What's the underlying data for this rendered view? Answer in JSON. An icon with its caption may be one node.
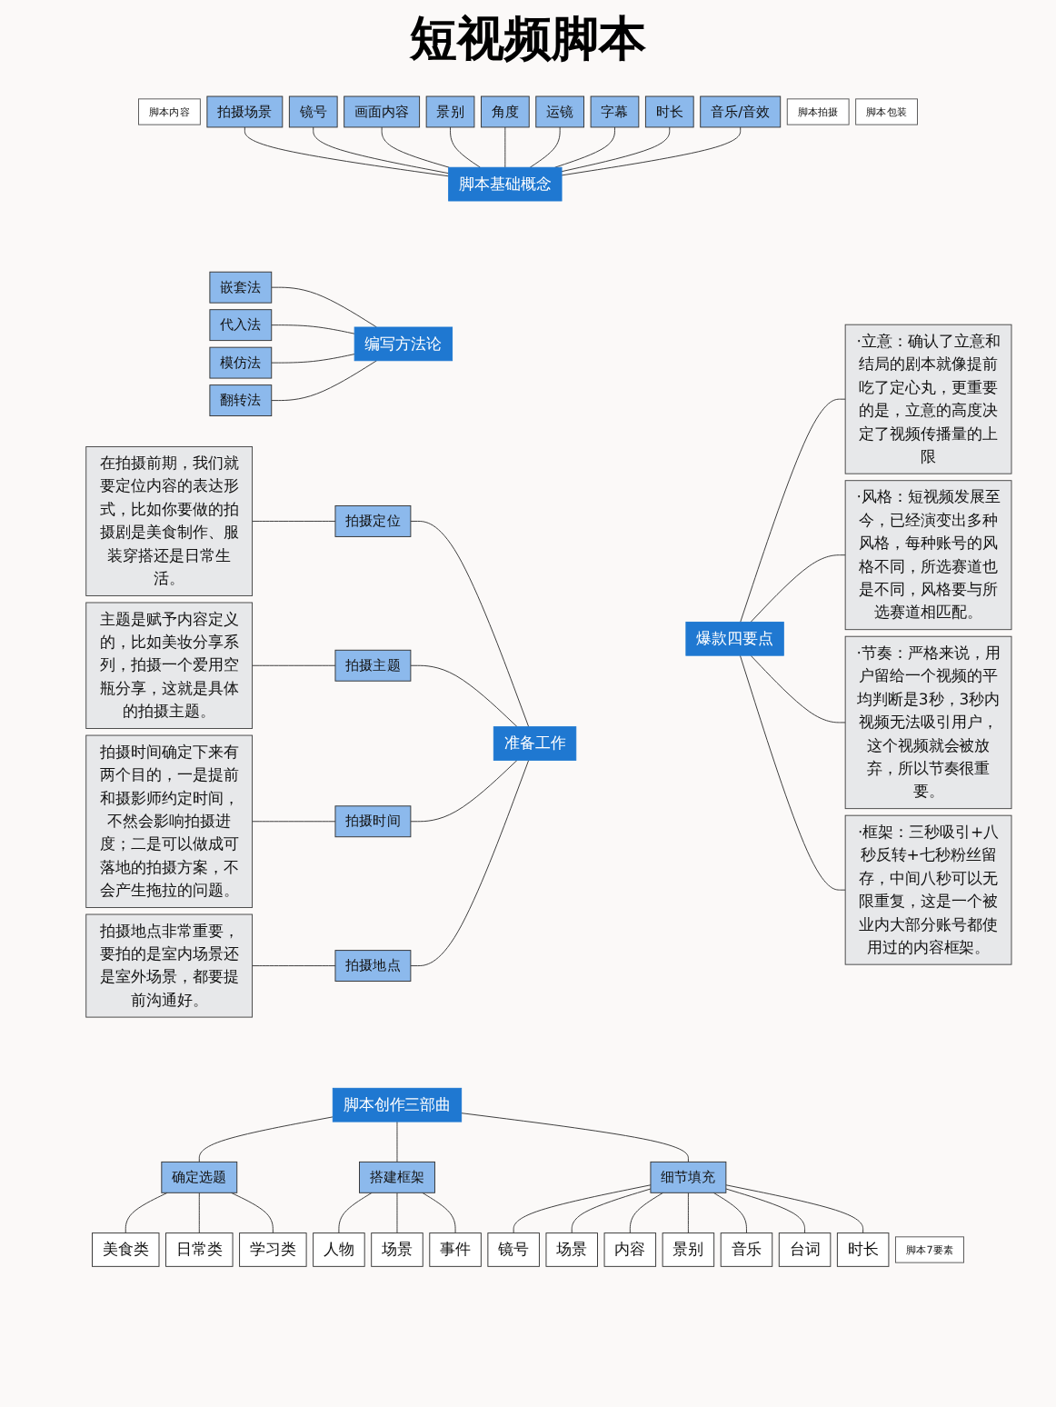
{
  "diagram": {
    "title": "短视频脚本",
    "nodes": [
      {
        "text": [
          "脚本创作三部曲"
        ]
      },
      {
        "text": [
          "确定选题"
        ]
      },
      {
        "text": [
          "搭建框架"
        ]
      },
      {
        "text": [
          "细节填充"
        ]
      },
      {
        "text": [
          "美食类"
        ]
      },
      {
        "text": [
          "日常类"
        ]
      },
      {
        "text": [
          "学习类"
        ]
      },
      {
        "text": [
          "人物"
        ]
      },
      {
        "text": [
          "场景"
        ]
      },
      {
        "text": [
          "事件"
        ]
      },
      {
        "text": [
          "镜号"
        ]
      },
      {
        "text": [
          "场景"
        ]
      },
      {
        "text": [
          "内容"
        ]
      },
      {
        "text": [
          "景别"
        ]
      },
      {
        "text": [
          "音乐"
        ]
      },
      {
        "text": [
          "台词"
        ]
      },
      {
        "text": [
          "时长"
        ]
      },
      {
        "text": [
          "脚本7要素"
        ]
      },
      {
        "text": [
          "爆款四要点"
        ]
      },
      {
        "text": [
          "·立意：确认了立意和结局的剧本就像提前吃了定心丸，更重要的是，立意的高度决定了视频传播量的上限"
        ]
      },
      {
        "text": [
          "·风格：短视频发展至今，已经演变出多种风格，每种账号的风格不同，所选赛道也是不同，风格要与所选赛道相匹配。"
        ]
      },
      {
        "text": [
          "·节奏：严格来说，用户留给一个视频的平均判断是3秒，3秒内视频无法吸引用户，这个视频就会被放弃，所以节奏很重要。"
        ]
      },
      {
        "text": [
          "·框架：三秒吸引+八秒反转+七秒粉丝留存，中间八秒可以无限重复，这是一个被业内大部分账号都使用过的内容框架。"
        ]
      },
      {
        "text": [
          "准备工作"
        ]
      },
      {
        "text": [
          "在拍摄前期，我们就要定位内容的表达形式，比如你要做的拍摄剧是美食制作、服装穿搭还是日常生活。"
        ]
      },
      {
        "text": [
          "拍摄定位"
        ]
      },
      {
        "text": [
          "主题是赋予内容定义的，比如美妆分享系列，拍摄一个爱用空瓶分享，这就是具体的拍摄主题。"
        ]
      },
      {
        "text": [
          "拍摄主题"
        ]
      },
      {
        "text": [
          "拍摄时间确定下来有两个目的，一是提前和摄影师约定时间，不然会影响拍摄进度；二是可以做成可落地的拍摄方案，不会产生拖拉的问题。"
        ]
      },
      {
        "text": [
          "拍摄时间"
        ]
      },
      {
        "text": [
          "拍摄地点非常重要，要拍的是室内场景还是室外场景，都要提前沟通好。"
        ]
      },
      {
        "text": [
          "拍摄地点"
        ]
      },
      {
        "text": [
          "编写方法论"
        ]
      },
      {
        "text": [
          "嵌套法"
        ]
      },
      {
        "text": [
          "代入法"
        ]
      },
      {
        "text": [
          "模仿法"
        ]
      },
      {
        "text": [
          "翻转法"
        ]
      },
      {
        "text": [
          "脚本内容"
        ]
      },
      {
        "text": [
          "脚本拍摄"
        ]
      },
      {
        "text": [
          "脚本包装"
        ]
      },
      {
        "text": [
          "拍摄场景"
        ]
      },
      {
        "text": [
          "镜号"
        ]
      },
      {
        "text": [
          "画面内容"
        ]
      },
      {
        "text": [
          "景别"
        ]
      },
      {
        "text": [
          "角度"
        ]
      },
      {
        "text": [
          "运镜"
        ]
      },
      {
        "text": [
          "字幕"
        ]
      },
      {
        "text": [
          "时长"
        ]
      },
      {
        "text": [
          "音乐/音效"
        ]
      },
      {
        "text": [
          "脚本基础概念"
        ]
      }
    ],
    "edges": [
      {
        "from": 0,
        "to": 1,
        "arrow": "none"
      },
      {
        "from": 0,
        "to": 2,
        "arrow": "none"
      },
      {
        "from": 0,
        "to": 3,
        "arrow": "none"
      },
      {
        "from": 1,
        "to": 4,
        "arrow": "none"
      },
      {
        "from": 1,
        "to": 5,
        "arrow": "none"
      },
      {
        "from": 1,
        "to": 6,
        "arrow": "none"
      },
      {
        "from": 2,
        "to": 7,
        "arrow": "none"
      },
      {
        "from": 2,
        "to": 8,
        "arrow": "none"
      },
      {
        "from": 2,
        "to": 9,
        "arrow": "none"
      },
      {
        "from": 3,
        "to": 10,
        "arrow": "none"
      },
      {
        "from": 3,
        "to": 11,
        "arrow": "none"
      },
      {
        "from": 3,
        "to": 12,
        "arrow": "none"
      },
      {
        "from": 3,
        "to": 13,
        "arrow": "none"
      },
      {
        "from": 3,
        "to": 14,
        "arrow": "none"
      },
      {
        "from": 3,
        "to": 15,
        "arrow": "none"
      },
      {
        "from": 3,
        "to": 16,
        "arrow": "none"
      },
      {
        "from": 18,
        "to": 19,
        "arrow": "none"
      },
      {
        "from": 18,
        "to": 20,
        "arrow": "none"
      },
      {
        "from": 18,
        "to": 21,
        "arrow": "none"
      },
      {
        "from": 18,
        "to": 22,
        "arrow": "none"
      },
      {
        "from": 23,
        "to": 25,
        "arrow": "none"
      },
      {
        "from": 23,
        "to": 27,
        "arrow": "none"
      },
      {
        "from": 23,
        "to": 29,
        "arrow": "none"
      },
      {
        "from": 23,
        "to": 31,
        "arrow": "none"
      },
      {
        "from": 25,
        "to": 24,
        "arrow": "none"
      },
      {
        "from": 27,
        "to": 26,
        "arrow": "none"
      },
      {
        "from": 29,
        "to": 28,
        "arrow": "none"
      },
      {
        "from": 31,
        "to": 30,
        "arrow": "none"
      },
      {
        "from": 32,
        "to": 33,
        "arrow": "none"
      },
      {
        "from": 32,
        "to": 34,
        "arrow": "none"
      },
      {
        "from": 32,
        "to": 35,
        "arrow": "none"
      },
      {
        "from": 32,
        "to": 36,
        "arrow": "none"
      },
      {
        "from": 49,
        "to": 40,
        "arrow": "none"
      },
      {
        "from": 49,
        "to": 41,
        "arrow": "none"
      },
      {
        "from": 49,
        "to": 42,
        "arrow": "none"
      },
      {
        "from": 49,
        "to": 43,
        "arrow": "none"
      },
      {
        "from": 49,
        "to": 44,
        "arrow": "none"
      },
      {
        "from": 49,
        "to": 45,
        "arrow": "none"
      },
      {
        "from": 49,
        "to": 46,
        "arrow": "none"
      },
      {
        "from": 49,
        "to": 47,
        "arrow": "none"
      },
      {
        "from": 49,
        "to": 48,
        "arrow": "none"
      }
    ]
  }
}
